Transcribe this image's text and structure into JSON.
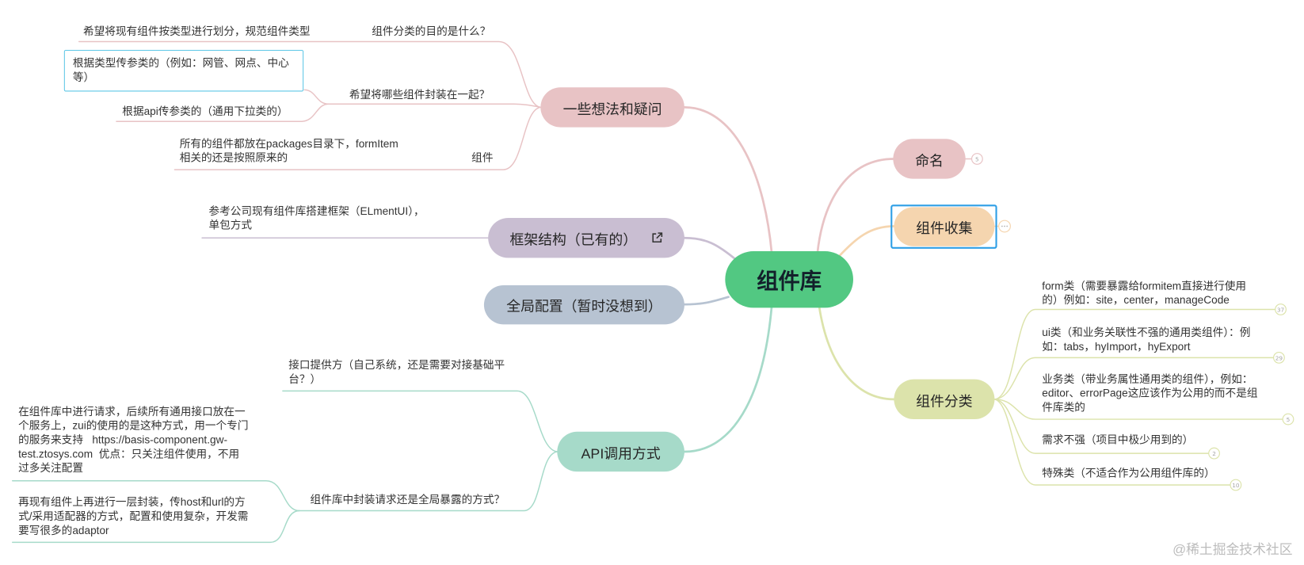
{
  "mindmap": {
    "root": {
      "label": "组件库"
    },
    "naming": {
      "label": "命名",
      "count": "5"
    },
    "collection": {
      "label": "组件收集"
    },
    "classification": {
      "label": "组件分类",
      "children": [
        {
          "text": "form类（需要暴露给formitem直接进行使用\n的）例如：site，center，manageCode",
          "count": "37"
        },
        {
          "text": "ui类（和业务关联性不强的通用类组件）：例\n如：tabs，hyImport，hyExport",
          "count": "29"
        },
        {
          "text": "业务类（带业务属性通用类的组件），例如：\neditor、errorPage这应该作为公用的而不是组\n件库类的",
          "count": "5"
        },
        {
          "text": "需求不强（项目中极少用到的）",
          "count": "2"
        },
        {
          "text": "特殊类（不适合作为公用组件库的）",
          "count": "10"
        }
      ]
    },
    "ideas": {
      "label": "一些想法和疑问",
      "children": [
        {
          "text": "组件分类的目的是什么？",
          "children": [
            {
              "text": "希望将现有组件按类型进行划分，规范组件类型"
            }
          ]
        },
        {
          "text": "希望将哪些组件封装在一起？",
          "children": [
            {
              "text": "根据类型传参类的（例如：网管、网点、中心\n等）"
            },
            {
              "text": "根据api传参类的（通用下拉类的）"
            }
          ]
        },
        {
          "text": "组件",
          "children": [
            {
              "text": "所有的组件都放在packages目录下，formItem\n相关的还是按照原来的"
            }
          ]
        }
      ]
    },
    "framework": {
      "label": "框架结构（已有的）",
      "children": [
        {
          "text": "参考公司现有组件库搭建框架（ELmentUI），\n单包方式"
        }
      ]
    },
    "global_config": {
      "label": "全局配置（暂时没想到）"
    },
    "api": {
      "label": "API调用方式",
      "children": [
        {
          "text": "接口提供方（自己系统，还是需要对接基础平\n台？）"
        },
        {
          "text": "组件库中封装请求还是全局暴露的方式？",
          "children": [
            {
              "text": "在组件库中进行请求，后续所有通用接口放在一\n个服务上，zui的使用的是这种方式，用一个专门\n的服务来支持   https://basis-component.gw-\ntest.ztosys.com  优点：只关注组件使用，不用\n过多关注配置"
            },
            {
              "text": "再现有组件上再进行一层封装，传host和url的方\n式/采用适配器的方式，配置和使用复杂，开发需\n要写很多的adaptor"
            }
          ]
        }
      ]
    }
  },
  "watermark": "@稀土掘金技术社区",
  "colors": {
    "root": "#52c882",
    "ideas": "#e8c3c5",
    "naming": "#e8c3c5",
    "framework": "#c9bed2",
    "global_config": "#b7c3d2",
    "api": "#a6dac9",
    "collection": "#f5d5af",
    "classification": "#dce3ab",
    "selection": "#2e9fe6",
    "highlight": "#5ec7e6"
  }
}
